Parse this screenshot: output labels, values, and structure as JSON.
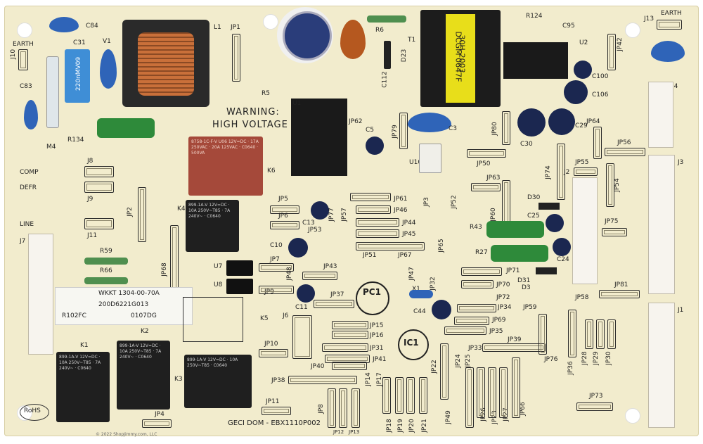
{
  "labels": {
    "c84": "C84",
    "l1": "L1",
    "jp1": "JP1",
    "c95": "C95",
    "j13": "J13",
    "earth_tr": "EARTH",
    "earth_tl": "EARTH",
    "j10": "J10",
    "c31": "C31",
    "v1": "V1",
    "c83": "C83",
    "m4": "M4",
    "r134": "R134",
    "cap_value": "220nMV09",
    "r5": "R5",
    "r6": "R6",
    "d23": "D23",
    "c112": "C112",
    "t1": "T1",
    "r124": "R124",
    "u2": "U2",
    "jp42": "JP42",
    "j4": "J4",
    "c100": "C100",
    "c106": "C106",
    "warning1": "WARNING:",
    "warning2": "HIGH VOLTAGE",
    "u1": "U1",
    "jp62": "JP62",
    "c5": "C5",
    "jp79": "JP79",
    "c3": "C3",
    "jp80": "JP80",
    "c30": "C30",
    "c29": "C29",
    "jp64": "JP64",
    "jp56": "JP56",
    "u10": "U10",
    "jp50": "JP50",
    "jp74": "JP74",
    "jp55": "JP55",
    "j3": "J3",
    "jp54": "JP54",
    "k6": "K6",
    "j8": "J8",
    "comp": "COMP",
    "defr": "DEFR",
    "j9": "J9",
    "jp63": "JP63",
    "j2": "J2",
    "jp2": "JP2",
    "k4": "K4",
    "jp5": "JP5",
    "jp77": "JP77",
    "jp57": "JP57",
    "jp61": "JP61",
    "jp46": "JP46",
    "jp3": "JP3",
    "jp52": "JP52",
    "jp60": "JP60",
    "d30": "D30",
    "c25": "C25",
    "jp75": "JP75",
    "line": "LINE",
    "j11": "J11",
    "jp6": "JP6",
    "c13": "C13",
    "jp53": "JP53",
    "jp44": "JP44",
    "jp45": "JP45",
    "jp65": "JP65",
    "r43": "R43",
    "j7": "J7",
    "c10": "C10",
    "jp51": "JP51",
    "jp67": "JP67",
    "r27": "R27",
    "c24": "C24",
    "r59": "R59",
    "jp68": "JP68",
    "jp7": "JP7",
    "jp43": "JP43",
    "jp47": "JP47",
    "jp71": "JP71",
    "d31": "D31",
    "r66": "R66",
    "u7": "U7",
    "u8": "U8",
    "jp48": "JP48",
    "jp70": "JP70",
    "jp81": "JP81",
    "jp9": "JP9",
    "jp37": "JP37",
    "jp32": "JP32",
    "d3": "D3",
    "x1": "X1",
    "jp72": "JP72",
    "jp58": "JP58",
    "jp59": "JP59",
    "c11": "C11",
    "j1": "J1",
    "jp34": "JP34",
    "c44": "C44",
    "jp69": "JP69",
    "k5": "K5",
    "j6": "J6",
    "jp15": "JP15",
    "jp35": "JP35",
    "jp16": "JP16",
    "jp39": "JP39",
    "jp10": "JP10",
    "k2": "K2",
    "jp31": "JP31",
    "jp33": "JP33",
    "jp76": "JP76",
    "jp36": "JP36",
    "jp28": "JP28",
    "jp29": "JP29",
    "jp30": "JP30",
    "k1": "K1",
    "jp41": "JP41",
    "jp22": "JP22",
    "jp24": "JP24",
    "jp25": "JP25",
    "jp40": "JP40",
    "jp14": "JP14",
    "jp17": "JP17",
    "jp38": "JP38",
    "k3": "K3",
    "jp26": "JP26",
    "jp23": "JP23",
    "jp27": "JP27",
    "jp66": "JP66",
    "jp73": "JP73",
    "jp11": "JP11",
    "jp8": "JP8",
    "jp18": "JP18",
    "jp19": "JP19",
    "jp20": "JP20",
    "jp21": "JP21",
    "jp49": "JP49",
    "jp12": "JP12",
    "jp13": "JP13",
    "jp4": "JP4",
    "rohs": "RoHS",
    "pcb_code": "GECI DOM - EBX1110P002",
    "copyright": "© 2022 ShopJimmy.com, LLC",
    "sticker1": "WKKT 1304-00-70A",
    "sticker2": "200D6221G013",
    "sticker3": "R102FC",
    "sticker4": "0107DG",
    "transformer_text1": "30H-2003",
    "transformer_text2": "DCGM 0647F",
    "pc1": "PC1",
    "ic1": "IC1",
    "c25b": "C25"
  },
  "relays": {
    "k6": [
      "8758-1C-F-V U06 12V=DC",
      "17A 250VAC",
      "20A 125VAC",
      "C0640",
      "500VA"
    ],
    "k4": [
      "899-1A-V 12V=DC",
      "10A 250V~T85",
      "7A 240V~",
      "C0640"
    ],
    "k1": [
      "899-1A-V 12V=DC",
      "10A 250V~T85",
      "7A 240V~",
      "C0640"
    ],
    "k2": [
      "899-1A-V 12V=DC",
      "10A 250V~T85",
      "7A 240V~",
      "C0640"
    ],
    "k3": [
      "899-1A-V 12V=DC",
      "10A 250V~T85",
      "C0640"
    ]
  },
  "colors": {
    "board": "#f2eccd",
    "relay_red": "#a5493a",
    "relay_black": "#1f1f1f",
    "blue_cap": "#2f64b8",
    "green_res": "#2e8a3a",
    "transformer_yellow": "#e8de1a"
  }
}
